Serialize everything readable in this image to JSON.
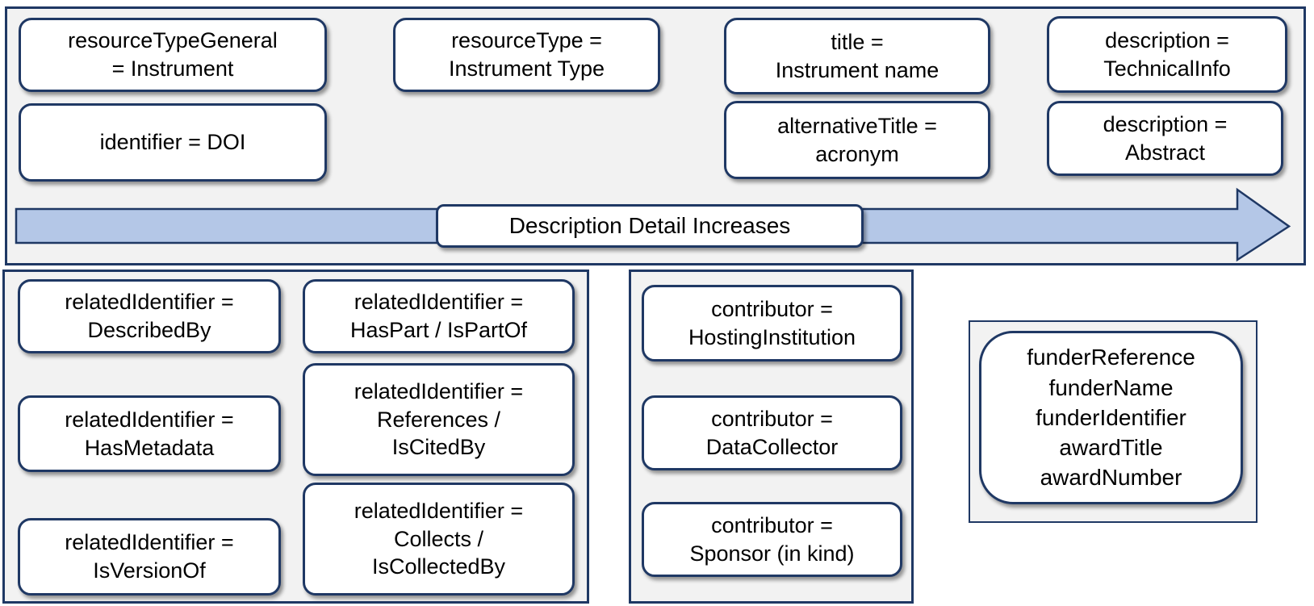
{
  "colors": {
    "border_navy": "#1f3864",
    "arrow_fill": "#b4c7e7",
    "panel_background": "#f2f2f2",
    "box_background": "#ffffff",
    "text": "#000000"
  },
  "top_panel": {
    "row1": [
      "resourceTypeGeneral\n= Instrument",
      "resourceType =\nInstrument Type",
      "title =\nInstrument name",
      "description =\nTechnicalInfo"
    ],
    "row2": [
      "identifier = DOI",
      "alternativeTitle =\nacronym",
      "description =\nAbstract"
    ],
    "arrow_label": "Description Detail Increases"
  },
  "related_identifiers_panel": {
    "column1": [
      "relatedIdentifier =\nDescribedBy",
      "relatedIdentifier =\nHasMetadata",
      "relatedIdentifier =\nIsVersionOf"
    ],
    "column2": [
      "relatedIdentifier =\nHasPart / IsPartOf",
      "relatedIdentifier =\nReferences /\nIsCitedBy",
      "relatedIdentifier =\nCollects /\nIsCollectedBy"
    ]
  },
  "contributors_panel": {
    "boxes": [
      "contributor =\nHostingInstitution",
      "contributor =\nDataCollector",
      "contributor =\nSponsor (in kind)"
    ]
  },
  "funding_panel": {
    "box": "funderReference\nfunderName\nfunderIdentifier\nawardTitle\nawardNumber"
  }
}
